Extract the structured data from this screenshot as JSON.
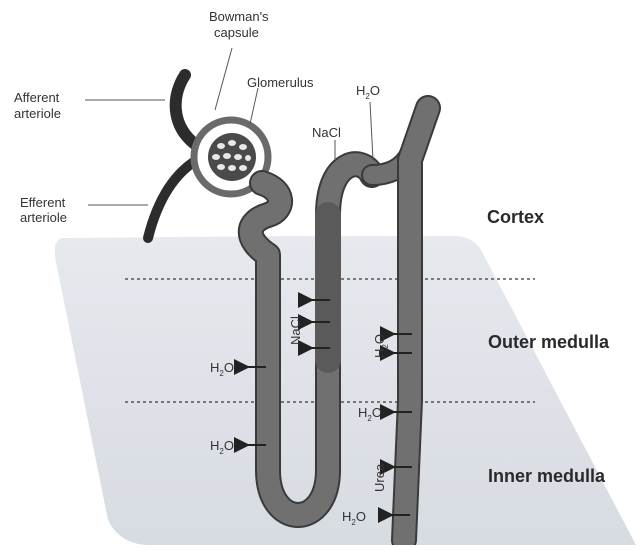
{
  "labels": {
    "bowmans_capsule_line1": "Bowman's",
    "bowmans_capsule_line2": "capsule",
    "glomerulus": "Glomerulus",
    "afferent_line1": "Afferent",
    "afferent_line2": "arteriole",
    "efferent_line1": "Efferent",
    "efferent_line2": "arteriole",
    "nacl_top": "NaCl",
    "nacl_vertical": "NaCl",
    "urea": "Urea",
    "water_base": "H",
    "water_sub": "2",
    "water_end": "O"
  },
  "zones": {
    "cortex": "Cortex",
    "outer_medulla": "Outer medulla",
    "inner_medulla": "Inner medulla"
  },
  "colors": {
    "tubule": "#6a6a6a",
    "tubule_dark": "#3a3a3a",
    "medulla_shade": "#dde1e7",
    "label_text": "#333333"
  }
}
